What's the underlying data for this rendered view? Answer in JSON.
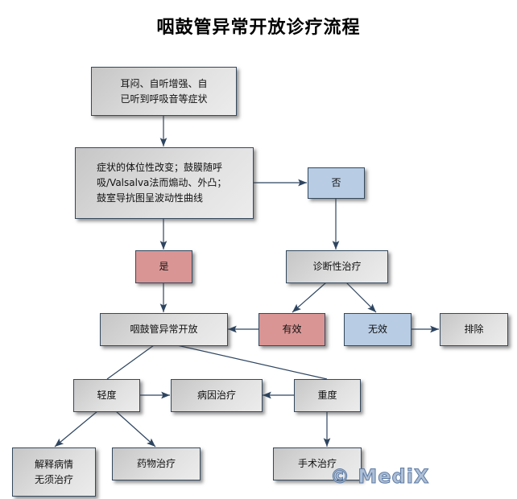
{
  "title": "咽鼓管异常开放诊疗流程",
  "nodes": {
    "symptoms": "耳闷、自听增强、自\n已听到呼吸音等症状",
    "signs": "症状的体位性改变；鼓膜随呼\n吸/Valsalva法而煽动、外凸；\n鼓室导抗图呈波动性曲线",
    "no": "否",
    "yes": "是",
    "diagnostic_treatment": "诊断性治疗",
    "abnormal_patency": "咽鼓管异常开放",
    "effective": "有效",
    "ineffective": "无效",
    "exclude": "排除",
    "mild": "轻度",
    "etiology_treatment": "病因治疗",
    "severe": "重度",
    "explain": "解释病情\n无须治疗",
    "drug_treatment": "药物治疗",
    "surgery": "手术治疗"
  },
  "colors": {
    "line": "#2e4560",
    "yes_fill": "#d99594",
    "no_fill": "#b8cce4"
  },
  "watermark": "© MediX"
}
